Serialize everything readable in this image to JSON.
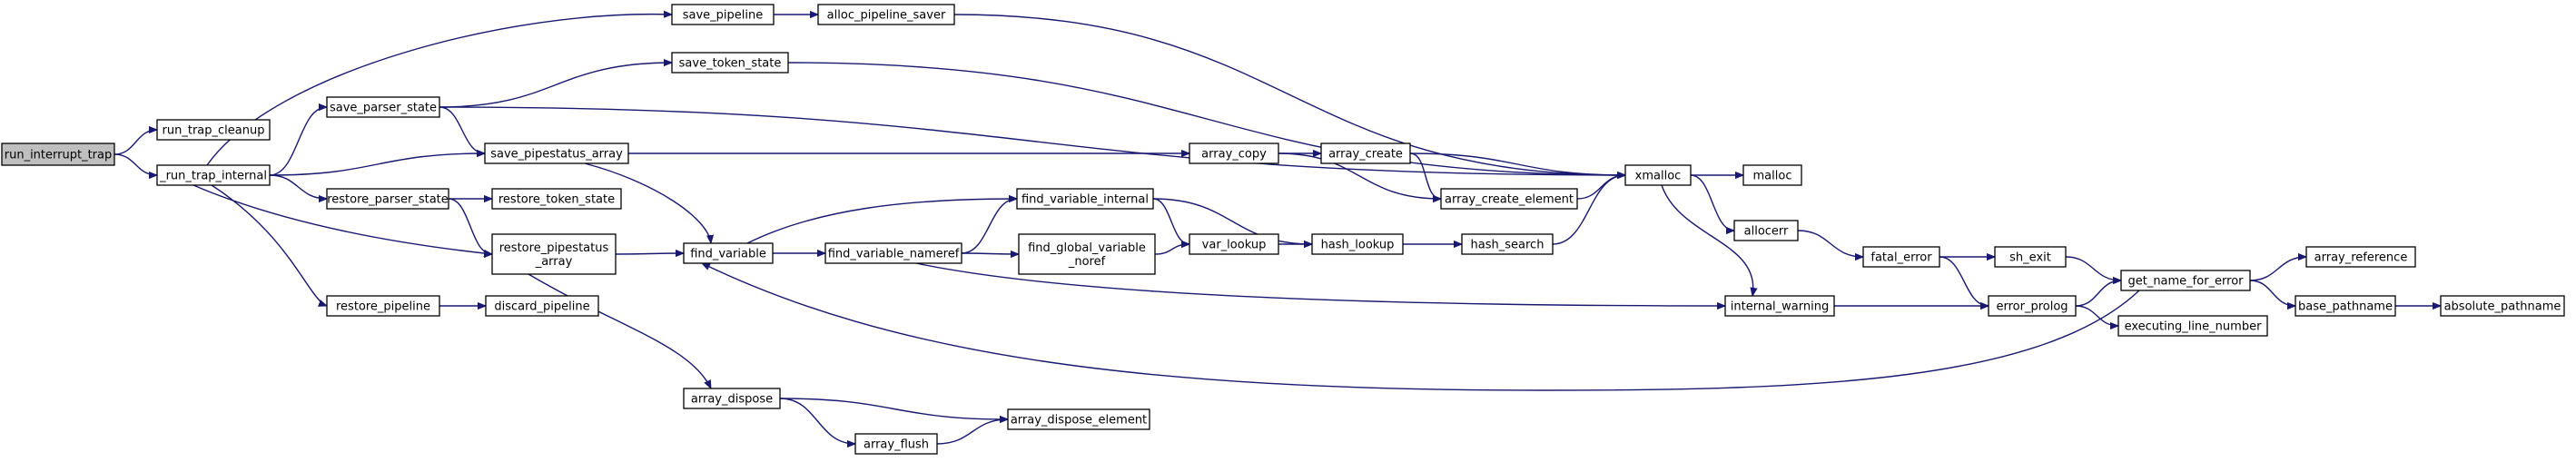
{
  "diagram": {
    "edge_color": "#191970",
    "root_fill": "#bfbfbf",
    "nodes": [
      {
        "id": "run_interrupt_trap",
        "label": "run_interrupt_trap",
        "root": true
      },
      {
        "id": "run_trap_cleanup",
        "label": "run_trap_cleanup"
      },
      {
        "id": "_run_trap_internal",
        "label": "_run_trap_internal"
      },
      {
        "id": "save_pipeline",
        "label": "save_pipeline"
      },
      {
        "id": "alloc_pipeline_saver",
        "label": "alloc_pipeline_saver"
      },
      {
        "id": "save_token_state",
        "label": "save_token_state"
      },
      {
        "id": "save_parser_state",
        "label": "save_parser_state"
      },
      {
        "id": "save_pipestatus_array",
        "label": "save_pipestatus_array"
      },
      {
        "id": "restore_parser_state",
        "label": "restore_parser_state"
      },
      {
        "id": "restore_token_state",
        "label": "restore_token_state"
      },
      {
        "id": "restore_pipestatus_array",
        "label": "restore_pipestatus\n_array"
      },
      {
        "id": "restore_pipeline",
        "label": "restore_pipeline"
      },
      {
        "id": "discard_pipeline",
        "label": "discard_pipeline"
      },
      {
        "id": "find_variable",
        "label": "find_variable"
      },
      {
        "id": "find_variable_nameref",
        "label": "find_variable_nameref"
      },
      {
        "id": "find_variable_internal",
        "label": "find_variable_internal"
      },
      {
        "id": "find_global_variable_noref",
        "label": "find_global_variable\n_noref"
      },
      {
        "id": "array_copy",
        "label": "array_copy"
      },
      {
        "id": "array_create",
        "label": "array_create"
      },
      {
        "id": "array_create_element",
        "label": "array_create_element"
      },
      {
        "id": "var_lookup",
        "label": "var_lookup"
      },
      {
        "id": "hash_lookup",
        "label": "hash_lookup"
      },
      {
        "id": "hash_search",
        "label": "hash_search"
      },
      {
        "id": "array_dispose",
        "label": "array_dispose"
      },
      {
        "id": "array_flush",
        "label": "array_flush"
      },
      {
        "id": "array_dispose_element",
        "label": "array_dispose_element"
      },
      {
        "id": "xmalloc",
        "label": "xmalloc"
      },
      {
        "id": "malloc",
        "label": "malloc"
      },
      {
        "id": "allocerr",
        "label": "allocerr"
      },
      {
        "id": "internal_warning",
        "label": "internal_warning"
      },
      {
        "id": "fatal_error",
        "label": "fatal_error"
      },
      {
        "id": "sh_exit",
        "label": "sh_exit"
      },
      {
        "id": "error_prolog",
        "label": "error_prolog"
      },
      {
        "id": "executing_line_number",
        "label": "executing_line_number"
      },
      {
        "id": "get_name_for_error",
        "label": "get_name_for_error"
      },
      {
        "id": "array_reference",
        "label": "array_reference"
      },
      {
        "id": "base_pathname",
        "label": "base_pathname"
      },
      {
        "id": "absolute_pathname",
        "label": "absolute_pathname"
      }
    ],
    "edges": [
      [
        "run_interrupt_trap",
        "run_trap_cleanup"
      ],
      [
        "run_interrupt_trap",
        "_run_trap_internal"
      ],
      [
        "_run_trap_internal",
        "save_pipeline"
      ],
      [
        "_run_trap_internal",
        "save_parser_state"
      ],
      [
        "_run_trap_internal",
        "save_pipestatus_array"
      ],
      [
        "_run_trap_internal",
        "restore_parser_state"
      ],
      [
        "_run_trap_internal",
        "restore_pipestatus_array"
      ],
      [
        "_run_trap_internal",
        "restore_pipeline"
      ],
      [
        "save_pipeline",
        "alloc_pipeline_saver"
      ],
      [
        "alloc_pipeline_saver",
        "xmalloc"
      ],
      [
        "save_parser_state",
        "save_token_state"
      ],
      [
        "save_parser_state",
        "save_pipestatus_array"
      ],
      [
        "save_parser_state",
        "xmalloc"
      ],
      [
        "save_token_state",
        "xmalloc"
      ],
      [
        "save_pipestatus_array",
        "array_copy"
      ],
      [
        "save_pipestatus_array",
        "find_variable"
      ],
      [
        "restore_parser_state",
        "restore_token_state"
      ],
      [
        "restore_parser_state",
        "restore_pipestatus_array"
      ],
      [
        "restore_pipestatus_array",
        "find_variable"
      ],
      [
        "restore_pipestatus_array",
        "array_dispose"
      ],
      [
        "restore_pipeline",
        "discard_pipeline"
      ],
      [
        "find_variable",
        "find_variable_internal"
      ],
      [
        "find_variable",
        "find_variable_nameref"
      ],
      [
        "find_variable_nameref",
        "find_variable_internal"
      ],
      [
        "find_variable_nameref",
        "find_global_variable_noref"
      ],
      [
        "find_variable_nameref",
        "internal_warning"
      ],
      [
        "find_variable_internal",
        "var_lookup"
      ],
      [
        "find_variable_internal",
        "hash_lookup"
      ],
      [
        "find_global_variable_noref",
        "var_lookup"
      ],
      [
        "var_lookup",
        "hash_lookup"
      ],
      [
        "hash_lookup",
        "hash_search"
      ],
      [
        "hash_search",
        "xmalloc"
      ],
      [
        "array_copy",
        "array_create"
      ],
      [
        "array_copy",
        "array_create_element"
      ],
      [
        "array_create",
        "xmalloc"
      ],
      [
        "array_create",
        "array_create_element"
      ],
      [
        "array_create_element",
        "xmalloc"
      ],
      [
        "array_dispose",
        "array_flush"
      ],
      [
        "array_dispose",
        "array_dispose_element"
      ],
      [
        "array_flush",
        "array_dispose_element"
      ],
      [
        "xmalloc",
        "malloc"
      ],
      [
        "xmalloc",
        "allocerr"
      ],
      [
        "xmalloc",
        "internal_warning"
      ],
      [
        "allocerr",
        "fatal_error"
      ],
      [
        "fatal_error",
        "sh_exit"
      ],
      [
        "fatal_error",
        "error_prolog"
      ],
      [
        "internal_warning",
        "error_prolog"
      ],
      [
        "sh_exit",
        "get_name_for_error"
      ],
      [
        "error_prolog",
        "get_name_for_error"
      ],
      [
        "error_prolog",
        "executing_line_number"
      ],
      [
        "get_name_for_error",
        "array_reference"
      ],
      [
        "get_name_for_error",
        "base_pathname"
      ],
      [
        "get_name_for_error",
        "find_variable"
      ],
      [
        "base_pathname",
        "absolute_pathname"
      ]
    ]
  }
}
